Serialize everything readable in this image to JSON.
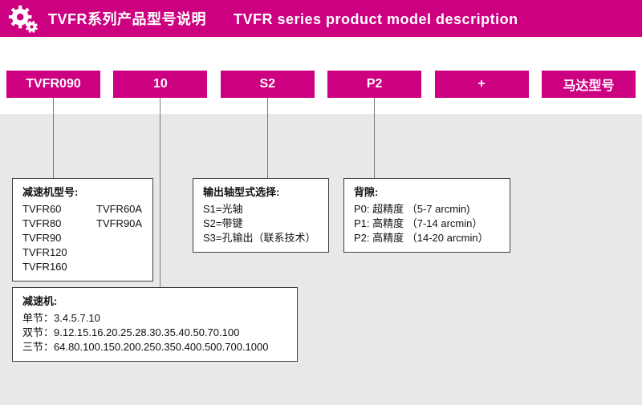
{
  "colors": {
    "accent": "#cc0080",
    "panel_background": "#e8e8e8"
  },
  "header": {
    "title_cn": "TVFR系列产品型号说明",
    "title_en": "TVFR series product model description"
  },
  "model_code": {
    "segments": [
      "TVFR090",
      "10",
      "S2",
      "P2",
      "+",
      "马达型号"
    ]
  },
  "panels": {
    "gearbox_model": {
      "title": "减速机型号:",
      "rows": [
        [
          "TVFR60",
          "TVFR60A"
        ],
        [
          "TVFR80",
          "TVFR90A"
        ],
        [
          "TVFR90",
          ""
        ],
        [
          "TVFR120",
          ""
        ],
        [
          "TVFR160",
          ""
        ]
      ]
    },
    "output_shaft": {
      "title": "输出轴型式选择:",
      "items": [
        "S1=光轴",
        "S2=带键",
        "S3=孔输出（联系技术）"
      ]
    },
    "backlash": {
      "title": "背隙:",
      "items": [
        "P0: 超精度 （5-7 arcmin)",
        "P1: 高精度 （7-14 arcmin）",
        "P2: 高精度 （14-20 arcmin）"
      ]
    },
    "ratio": {
      "title": "减速机:",
      "items": [
        "单节：3.4.5.7.10",
        "双节：9.12.15.16.20.25.28.30.35.40.50.70.100",
        "三节：64.80.100.150.200.250.350.400.500.700.1000"
      ]
    }
  }
}
